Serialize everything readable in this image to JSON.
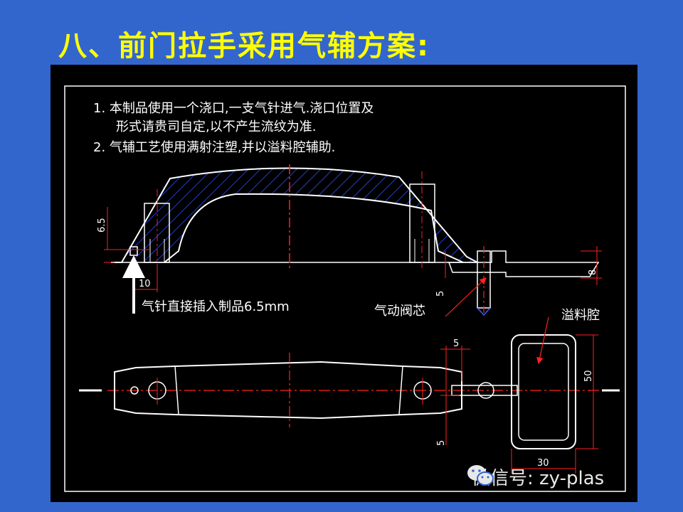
{
  "slide": {
    "title": "八、前门拉手采用气辅方案:"
  },
  "notes": {
    "line1": "1. 本制品使用一个浇口,一支气针进气.浇口位置及",
    "line2": "形式请贵司自定,以不产生流纹为准.",
    "line3": "2. 气辅工艺使用满射注塑,并以溢料腔辅助."
  },
  "labels": {
    "gas_needle": "气针直接插入制品6.5mm",
    "gas_valve_core": "气动阀芯",
    "overflow_cavity": "溢料腔"
  },
  "dimensions": {
    "needle_depth": "6.5",
    "needle_offset": "10",
    "valve_height": "5",
    "runner_thickness": "8",
    "top_width": "5",
    "bottom_height": "5",
    "cavity_height": "50",
    "cavity_width": "30"
  },
  "watermark": {
    "text": "微信号: zy-plas",
    "icon": "wechat-icon"
  },
  "colors": {
    "background": "#3366cc",
    "title": "#ffff00",
    "panel": "#000000",
    "outline": "#ffffff",
    "centerline": "#ff0000",
    "hatch": "#1f3fd0"
  }
}
